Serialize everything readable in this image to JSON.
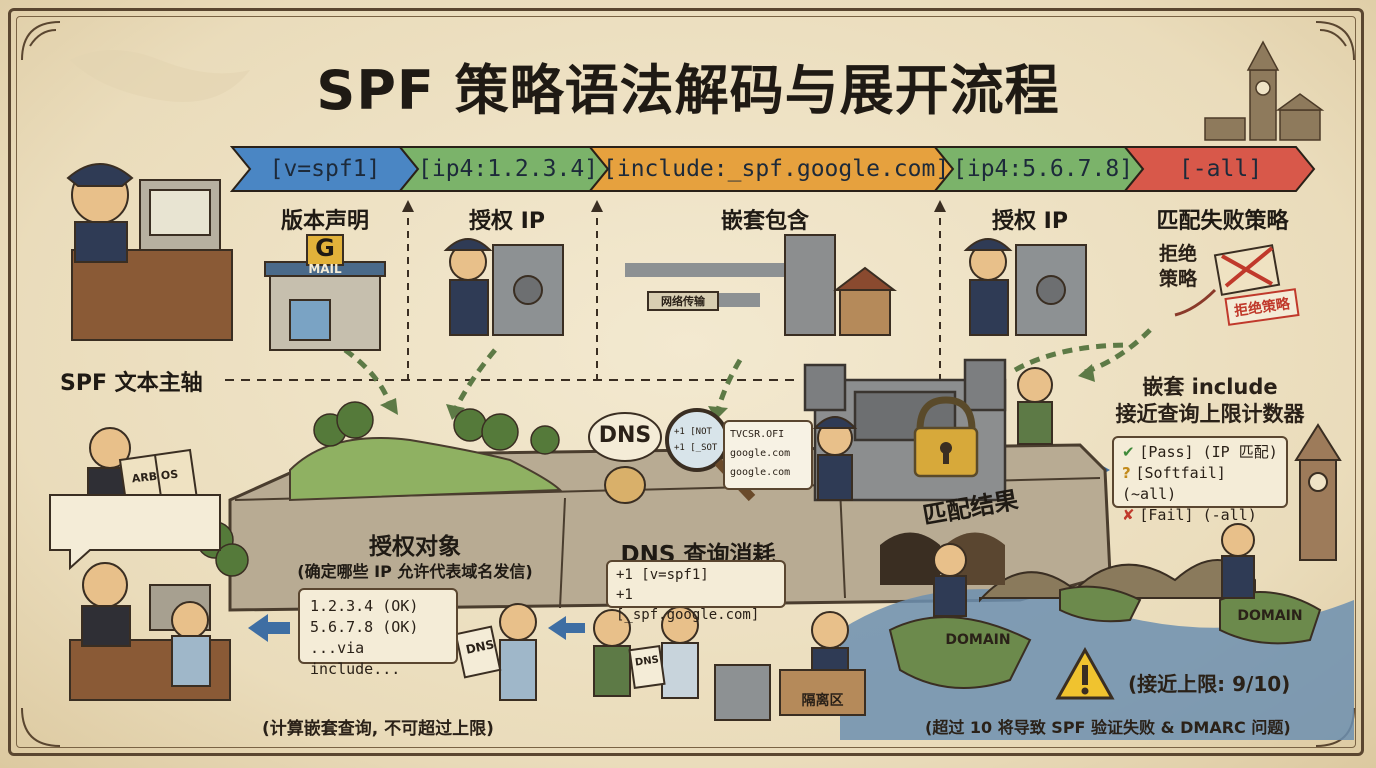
{
  "title": "SPF 策略语法解码与展开流程",
  "ribbon": [
    {
      "text": "[v=spf1]",
      "color": "#4a86c4",
      "label": "版本声明"
    },
    {
      "text": "[ip4:1.2.3.4]",
      "color": "#7bb36a",
      "label": "授权 IP"
    },
    {
      "text": "[include:_spf.google.com]",
      "color": "#e6a13e",
      "label": "嵌套包含"
    },
    {
      "text": "[ip4:5.6.7.8]",
      "color": "#7bb36a",
      "label": "授权 IP"
    },
    {
      "text": "[-all]",
      "color": "#d8584a",
      "label": "匹配失败策略"
    }
  ],
  "axis_label": "SPF 文本主轴",
  "mail_sign": "MAIL",
  "mail_logo": "G",
  "pipe_sign": "网络传输",
  "reject_label_line1": "拒绝",
  "reject_label_line2": "策略",
  "reject_stamp": "拒绝策略",
  "counter_title_line1": "嵌套 include",
  "counter_title_line2": "接近查询上限计数器",
  "results": [
    {
      "mark": "✔",
      "text": "[Pass] (IP 匹配)",
      "color": "#3f8a3a"
    },
    {
      "mark": "?",
      "text": "[Softfail] (~all)",
      "color": "#c28a1c"
    },
    {
      "mark": "✘",
      "text": "[Fail] (-all)",
      "color": "#c0392b"
    }
  ],
  "match_results": "匹配结果",
  "authorized_title": "授权对象",
  "authorized_subtitle": "(确定哪些 IP 允许代表域名发信)",
  "authorized_list": [
    "1.2.3.4 (OK)",
    "5.6.7.8 (OK)",
    "...via include..."
  ],
  "dns_bubble": "DNS",
  "dns_card": [
    "TVCSR.OFI",
    "google.com",
    "google.com"
  ],
  "dns_card_left": [
    "+1 [NOT",
    "+1 [_SOT"
  ],
  "dns_cost_title": "DNS 查询消耗",
  "dns_cost_list": [
    "+1 [v=spf1]",
    "+1 [_spf.google.com]"
  ],
  "note_bottom_left": "(计算嵌套查询, 不可超过上限)",
  "note_bottom_right": "(超过 10 将导致 SPF 验证失败 & DMARC 问题)",
  "near_limit": "(接近上限: 9/10)",
  "domain_labels": [
    "DOMAIN",
    "DOMAIN"
  ],
  "quarantine_label": "隔离区",
  "dns_paper": "DNS",
  "dns_paper2": "DNS",
  "book_label": "ARB OS"
}
